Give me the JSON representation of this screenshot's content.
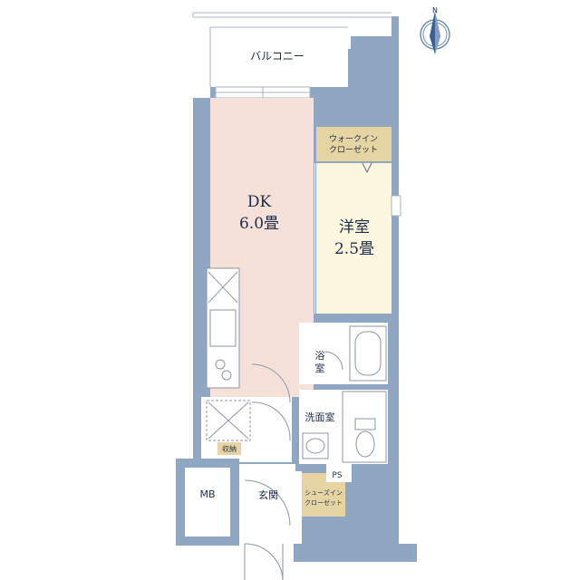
{
  "rooms": {
    "balcony": "バルコニー",
    "dk_name": "DK",
    "dk_size": "6.0畳",
    "western_name": "洋室",
    "western_size": "2.5畳",
    "walkin_line1": "ウォークイン",
    "walkin_line2": "クローゼット",
    "bath_line1": "浴",
    "bath_line2": "室",
    "washroom": "洗面室",
    "storage": "収納",
    "mb": "MB",
    "entrance": "玄関",
    "ps": "PS",
    "shoe_line1": "シューズイン",
    "shoe_line2": "クローゼット"
  },
  "compass": {
    "north_label": "N"
  },
  "colors": {
    "wall": "#8fa7c3",
    "dk_floor": "#f5e1d9",
    "western_floor": "#fbf6de",
    "closet_floor": "#e6d4a3",
    "text": "#1f2d4a"
  }
}
